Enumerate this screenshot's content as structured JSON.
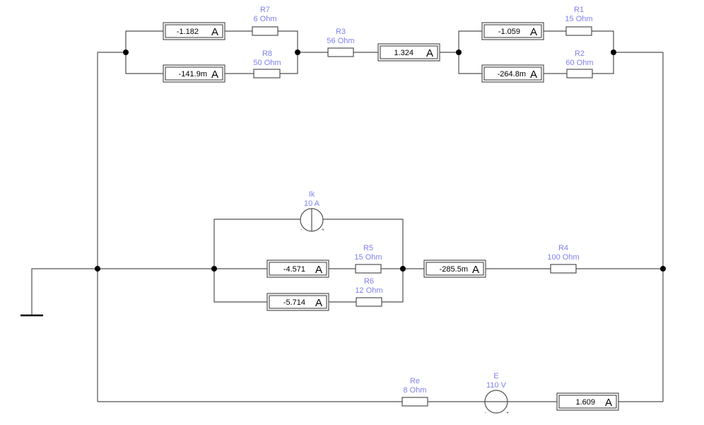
{
  "circuit": {
    "resistors": {
      "R7": {
        "name": "R7",
        "value": "6  Ohm"
      },
      "R8": {
        "name": "R8",
        "value": "50  Ohm"
      },
      "R3": {
        "name": "R3",
        "value": "56  Ohm"
      },
      "R1": {
        "name": "R1",
        "value": "15  Ohm"
      },
      "R2": {
        "name": "R2",
        "value": "60  Ohm"
      },
      "R5": {
        "name": "R5",
        "value": "15  Ohm"
      },
      "R6": {
        "name": "R6",
        "value": "12  Ohm"
      },
      "R4": {
        "name": "R4",
        "value": "100  Ohm"
      },
      "Re": {
        "name": "Re",
        "value": "8  Ohm"
      }
    },
    "sources": {
      "Ik": {
        "name": "Ik",
        "value": "10 A",
        "type": "current",
        "minus": "-",
        "plus": "+"
      },
      "E": {
        "name": "E",
        "value": "110 V",
        "type": "voltage",
        "minus": "-",
        "plus": "+"
      }
    },
    "ammeters": {
      "a_r7": {
        "reading": "-1.182",
        "unit": "A"
      },
      "a_r8": {
        "reading": "-141.9m",
        "unit": "A"
      },
      "a_r3": {
        "reading": "1.324",
        "unit": "A"
      },
      "a_r1": {
        "reading": "-1.059",
        "unit": "A"
      },
      "a_r2": {
        "reading": "-264.8m",
        "unit": "A"
      },
      "a_r5": {
        "reading": "-4.571",
        "unit": "A"
      },
      "a_r6": {
        "reading": "-5.714",
        "unit": "A"
      },
      "a_r4": {
        "reading": "-285.5m",
        "unit": "A"
      },
      "a_e": {
        "reading": "1.609",
        "unit": "A"
      }
    },
    "colors": {
      "label": "#8080f0",
      "wire": "#505050",
      "node": "#000000"
    }
  }
}
